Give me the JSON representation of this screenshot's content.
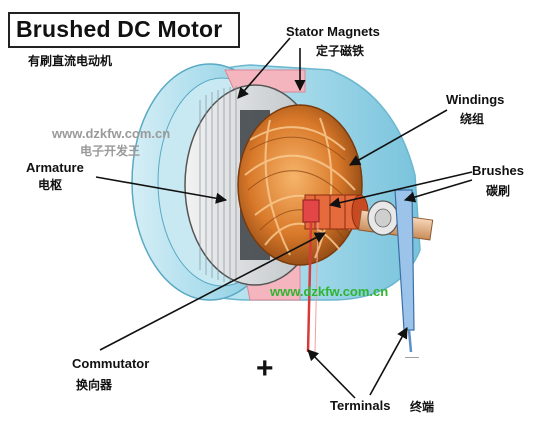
{
  "title": "Brushed DC Motor",
  "title_zh": "有刷直流电动机",
  "labels": {
    "stator_magnets": "Stator Magnets",
    "stator_magnets_zh": "定子磁铁",
    "windings": "Windings",
    "windings_zh": "绕组",
    "armature": "Armature",
    "armature_zh": "电枢",
    "brushes": "Brushes",
    "brushes_zh": "碳刷",
    "commutator": "Commutator",
    "commutator_zh": "换向器",
    "terminals": "Terminals",
    "terminals_zh": "终端"
  },
  "polarity": {
    "positive": "+",
    "negative": "—"
  },
  "watermarks": {
    "site_top": "www.dzkfw.com.cn",
    "site_top_zh": "电子开发王",
    "site_bottom": "www.dzkfw.com.cn"
  },
  "colors": {
    "stator": "#a8dcea",
    "winding": "#d9792a",
    "red_wire": "#d83a3a",
    "blue_wire": "#5a8fc8",
    "watermark_gray": "#9a9a9a",
    "watermark_green": "#2fb52f"
  }
}
